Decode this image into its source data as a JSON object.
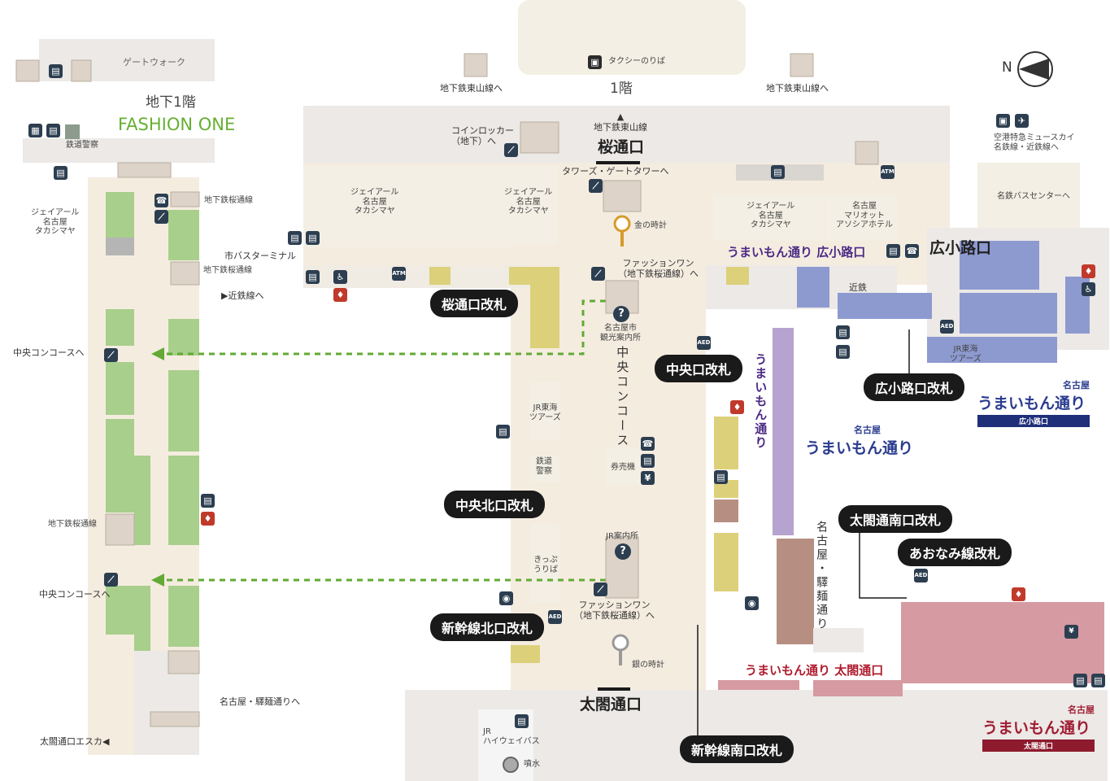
{
  "colors": {
    "floor": "#f5ece0",
    "corridor": "#ece9e6",
    "block": "#f3efe4",
    "shop_green": "#a8cf8b",
    "shop_yellow": "#dcd07a",
    "shop_purple": "#b6a3cf",
    "shop_blue": "#8d9ad0",
    "shop_pink": "#d69aa2",
    "shop_brown": "#b68f82",
    "route": "#62aa35",
    "gate_bg": "#1a1a1a"
  },
  "b1": {
    "title": "地下1階",
    "subtitle": "FASHION ONE",
    "labels": {
      "gate_walk": "ゲートウォーク",
      "police": "鉄道警察",
      "jr_takashimaya": "ジェイアール\n名古屋\nタカシマヤ",
      "subway_sakura1": "地下鉄桜通線",
      "subway_sakura2": "地下鉄桜通線",
      "subway_sakura3": "地下鉄桜通線",
      "city_bus": "市バスターミナル",
      "kintetsu": "近鉄線へ",
      "central1": "中央コンコースへ",
      "central2": "中央コンコースへ",
      "ramen": "名古屋・驛麺通りへ",
      "taiko_esca": "太閤通口エスカ"
    }
  },
  "f1": {
    "floor_label": "1階",
    "labels": {
      "taxi": "タクシーのりば",
      "higashiyama_l": "地下鉄東山線へ",
      "higashiyama_r": "地下鉄東山線へ",
      "higashiyama_c": "地下鉄東山線",
      "coin_locker": "コインロッカー\n（地下）へ",
      "towers": "タワーズ・ゲートタワーへ",
      "taka1": "ジェイアール\n名古屋\nタカシマヤ",
      "taka2": "ジェイアール\n名古屋\nタカシマヤ",
      "taka3": "ジェイアール\n名古屋\nタカシマヤ",
      "marriott": "名古屋\nマリオット\nアソシアホテル",
      "gold_clock": "金の時計",
      "silver_clock": "銀の時計",
      "fashion_one1": "ファッションワン\n（地下鉄桜通線）へ",
      "fashion_one2": "ファッションワン\n（地下鉄桜通線）へ",
      "tourist_info": "名古屋市\n観光案内所",
      "central_concourse": "中央コンコース",
      "jr_tours1": "JR東海\nツアーズ",
      "jr_tours2": "JR東海\nツアーズ",
      "rail_police": "鉄道\n警察",
      "ticket_machine": "券売機",
      "kippu": "きっぷ\nうりば",
      "jr_info": "JR案内所",
      "jr_highway_bus": "JR\nハイウェイバス",
      "fountain": "噴水",
      "kintetsu": "近鉄",
      "airport": "空港特急ミュースカイ\n名鉄線・近鉄線へ",
      "meitetsu_bus": "名鉄バスセンターへ",
      "umaimon_hirokoji": "うまいもん通り 広小路口",
      "umaimon_vertical": "うまいもん通り",
      "umaimon_taiko": "うまいもん通り 太閤通口",
      "ramen_vertical": "名古屋・驛麺通り",
      "sakura_exit": "桜通口",
      "hirokoji_exit": "広小路口",
      "taiko_exit": "太閤通口",
      "compass": "N"
    }
  },
  "gates": {
    "sakura": "桜通口改札",
    "chuo": "中央口改札",
    "hirokoji": "広小路口改札",
    "chuo_north": "中央北口改札",
    "shinkansen_north": "新幹線北口改札",
    "taiko_south": "太閤通南口改札",
    "aonami": "あおなみ線改札",
    "shinkansen_south": "新幹線南口改札"
  },
  "brands": {
    "name": "名古屋",
    "logo": "うまいもん通り",
    "hirokoji_sub": "広小路口",
    "taiko_sub": "太閤通口"
  },
  "icons": {
    "atm": "ATM",
    "aed": "AED",
    "yen": "¥",
    "phone": "phone-icon",
    "locker": "locker-icon",
    "toilet": "toilet-icon",
    "escalator": "escalator-icon",
    "elevator": "elevator-icon",
    "info": "?"
  }
}
